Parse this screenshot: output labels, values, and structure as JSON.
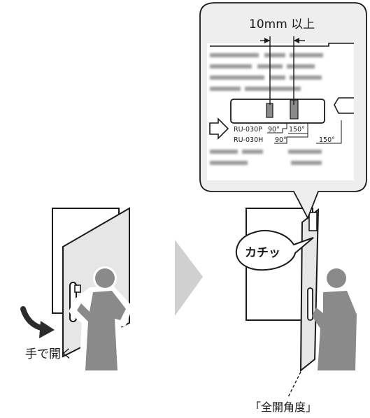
{
  "labels": {
    "dimension": "10mm 以上",
    "hand_open": "手で開く",
    "click_sound": "カチッ",
    "full_open_angle": "「全開角度」"
  },
  "label_table": {
    "rows": [
      {
        "model": "RU-030P",
        "angle_a": "90°",
        "angle_b": "150°"
      },
      {
        "model": "RU-030H",
        "angle_a": "90°"
      }
    ],
    "right_angle": "150°"
  },
  "colors": {
    "outline": "#1a1a1a",
    "door_fill": "#e6e6e6",
    "person_fill": "#8a8a8a",
    "arrow_fill": "#d0d0d0",
    "callout_fill": "#eeeeee",
    "blur_text": "#9a9a9a"
  },
  "icons": {
    "next_step": "play-triangle-icon",
    "swing_arrow": "curved-arrow-icon",
    "handle": "door-handle-icon"
  }
}
